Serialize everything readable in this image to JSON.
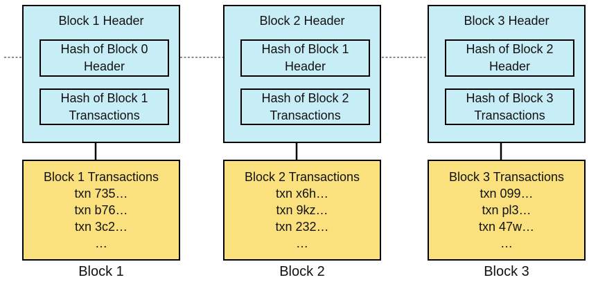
{
  "diagram": {
    "colors": {
      "header_fill": "#c7edf6",
      "transactions_fill": "#fae17d",
      "border": "#000000",
      "dashed_arrow": "#8c8c8c",
      "solid_arrow": "#000000",
      "background": "#ffffff"
    },
    "blocks": [
      {
        "label": "Block 1",
        "header_title": "Block 1 Header",
        "prev_hash_label": "Hash of Block 0 Header",
        "tx_hash_label": "Hash of Block 1 Transactions",
        "transactions_title": "Block 1 Transactions",
        "transactions": [
          "txn 735…",
          "txn b76…",
          "txn 3c2…",
          "…"
        ]
      },
      {
        "label": "Block 2",
        "header_title": "Block 2 Header",
        "prev_hash_label": "Hash of Block 1 Header",
        "tx_hash_label": "Hash of Block 2 Transactions",
        "transactions_title": "Block 2 Transactions",
        "transactions": [
          "txn x6h…",
          "txn 9kz…",
          "txn 232…",
          "…"
        ]
      },
      {
        "label": "Block 3",
        "header_title": "Block 3 Header",
        "prev_hash_label": "Hash of Block 2 Header",
        "tx_hash_label": "Hash of Block 3 Transactions",
        "transactions_title": "Block 3 Transactions",
        "transactions": [
          "txn 099…",
          "txn pl3…",
          "txn 47w…",
          "…"
        ]
      }
    ]
  }
}
